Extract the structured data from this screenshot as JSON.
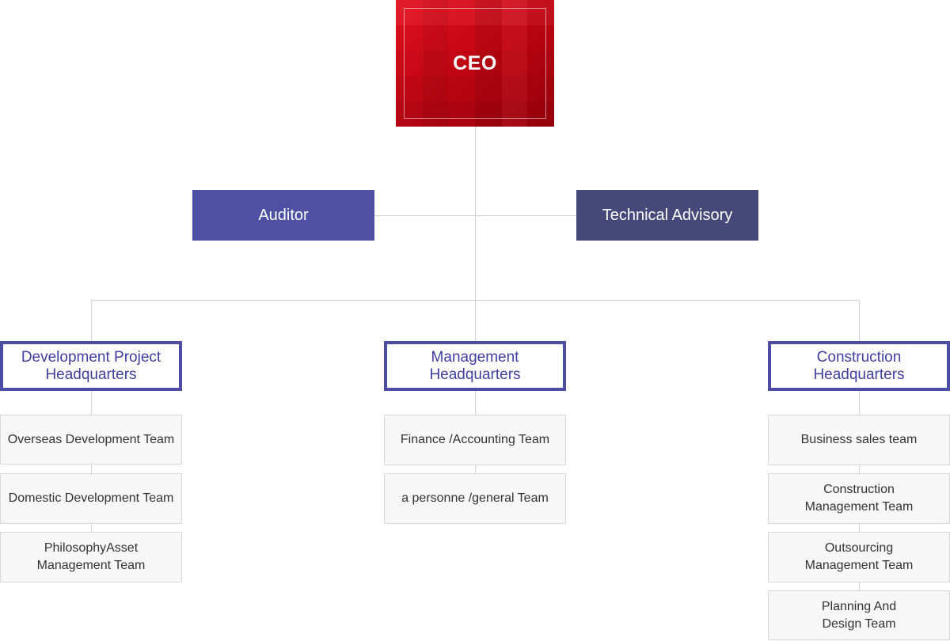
{
  "ceo": {
    "label": "CEO"
  },
  "advisory": [
    {
      "label": "Auditor",
      "color": "#4e51a3"
    },
    {
      "label": "Technical Advisory",
      "color": "#46487a"
    }
  ],
  "headquarters": [
    {
      "label": "Development Project\nHeadquarters",
      "teams": [
        "Overseas Development Team",
        "Domestic Development Team",
        "PhilosophyAsset\nManagement Team"
      ]
    },
    {
      "label": "Management\nHeadquarters",
      "teams": [
        "Finance /Accounting Team",
        "a personne /general Team"
      ]
    },
    {
      "label": "Construction\nHeadquarters",
      "teams": [
        "Business sales team",
        "Construction\nManagement Team",
        "Outsourcing\nManagement Team",
        "Planning And\nDesign Team"
      ]
    }
  ],
  "colors": {
    "ceo": "#c80412",
    "hq_border": "#4c4ea4",
    "hq_text": "#3e3fa0",
    "connector": "#d3d3d3"
  }
}
